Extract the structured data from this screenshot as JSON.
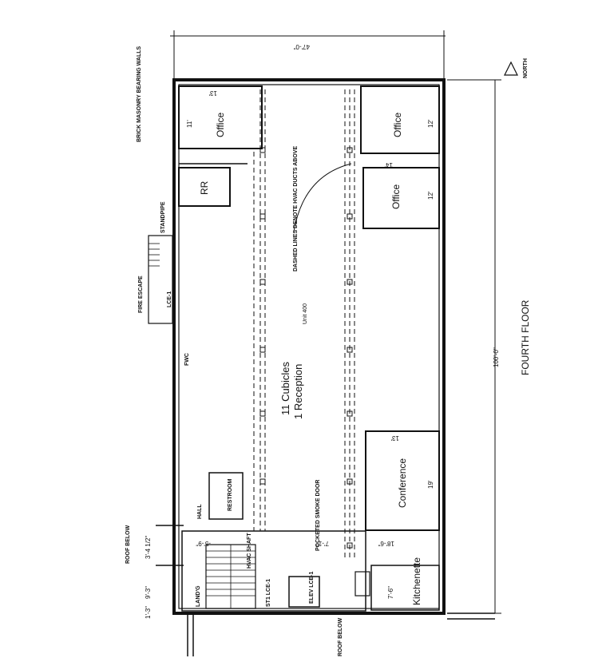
{
  "plan": {
    "floor_title": "FOURTH FLOOR",
    "unit": "Unit 400",
    "cubicles": "11 Cubicles",
    "reception": "1 Reception",
    "north": "NORTH"
  },
  "rooms": {
    "office_top_left": "Office",
    "office_top_left_w": "13'",
    "office_top_left_h": "11'",
    "office_top_right": "Office",
    "office_top_right_w": "12'",
    "office_mid_right": "Office",
    "office_mid_right_w": "12'",
    "office_right_shared": "14'",
    "restroom": "RR",
    "conference": "Conference",
    "conference_w": "13'",
    "conference_h": "19'",
    "kitchenette": "Kitchenette",
    "kitchenette_dim": "7'-6\"",
    "hall": "HALL",
    "restroom_small": "RESTROOM"
  },
  "dimensions": {
    "width_total": "47'-0\"",
    "length_total": "100'-0\"",
    "d1": "9'-3\"",
    "d2": "3'-4 1/2\"",
    "d3": "1'-3\"",
    "d4": "18'-6\"",
    "d5": "7'-1\"",
    "d6": "-5'-9\""
  },
  "notes": {
    "brick": "BRICK MASONRY BEARING WALLS",
    "standpipe": "STANDPIPE",
    "fire_escape": "FIRE ESCAPE",
    "lce1": "LCE-1",
    "fwc": "FWC",
    "dashed": "DASHED LINES DENOTE HVAC DUCTS ABOVE",
    "pocketed": "POCKETED SMOKE DOOR",
    "roof_below_1": "ROOF BELOW",
    "roof_below_2": "ROOF BELOW",
    "elev": "ELEV LCE-1",
    "stair": "ST1 LCE-1",
    "landg": "LAND'G",
    "hvac": "HVAC SHAFT"
  }
}
